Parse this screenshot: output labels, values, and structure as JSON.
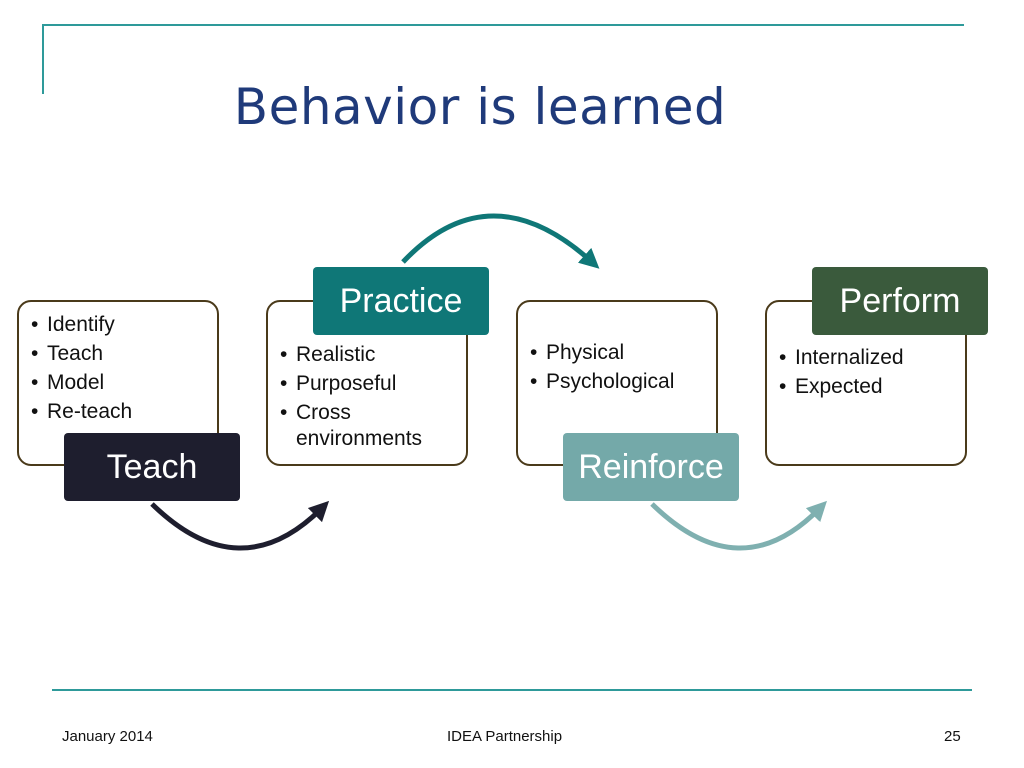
{
  "title": "Behavior is learned",
  "steps": [
    {
      "label": "Teach",
      "items": [
        "Identify",
        "Teach",
        "Model",
        "Re-teach"
      ],
      "color": "#1e1e2e"
    },
    {
      "label": "Practice",
      "items": [
        "Realistic",
        "Purposeful",
        "Cross environments"
      ],
      "color": "#0f7777"
    },
    {
      "label": "Reinforce",
      "items": [
        "Physical",
        "Psychological"
      ],
      "color": "#74a9a9"
    },
    {
      "label": "Perform",
      "items": [
        "Internalized",
        "Expected"
      ],
      "color": "#3a5a3c"
    }
  ],
  "arrow_colors": [
    "#1e1e2e",
    "#0f7777",
    "#7fb0b0"
  ],
  "footer": {
    "date": "January 2014",
    "center": "IDEA Partnership",
    "page": "25"
  }
}
